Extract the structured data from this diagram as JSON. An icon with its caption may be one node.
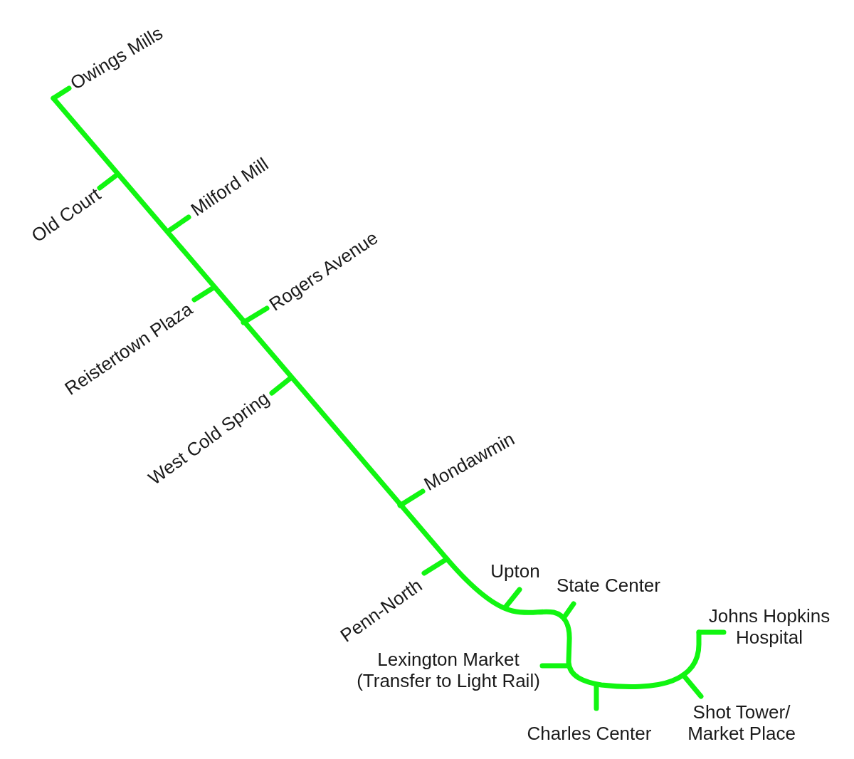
{
  "diagram": {
    "labels": [
      "Owings Mills",
      "Old Court",
      "Milford Mill",
      "Reistertown Plaza",
      "Rogers Avenue",
      "West Cold Spring",
      "Mondawmin",
      "Penn-North",
      "Upton",
      "State Center",
      "Lexington Market (Transfer to Light Rail)",
      "Charles Center",
      "Shot Tower/ Market Place",
      "Johns Hopkins Hospital"
    ]
  }
}
